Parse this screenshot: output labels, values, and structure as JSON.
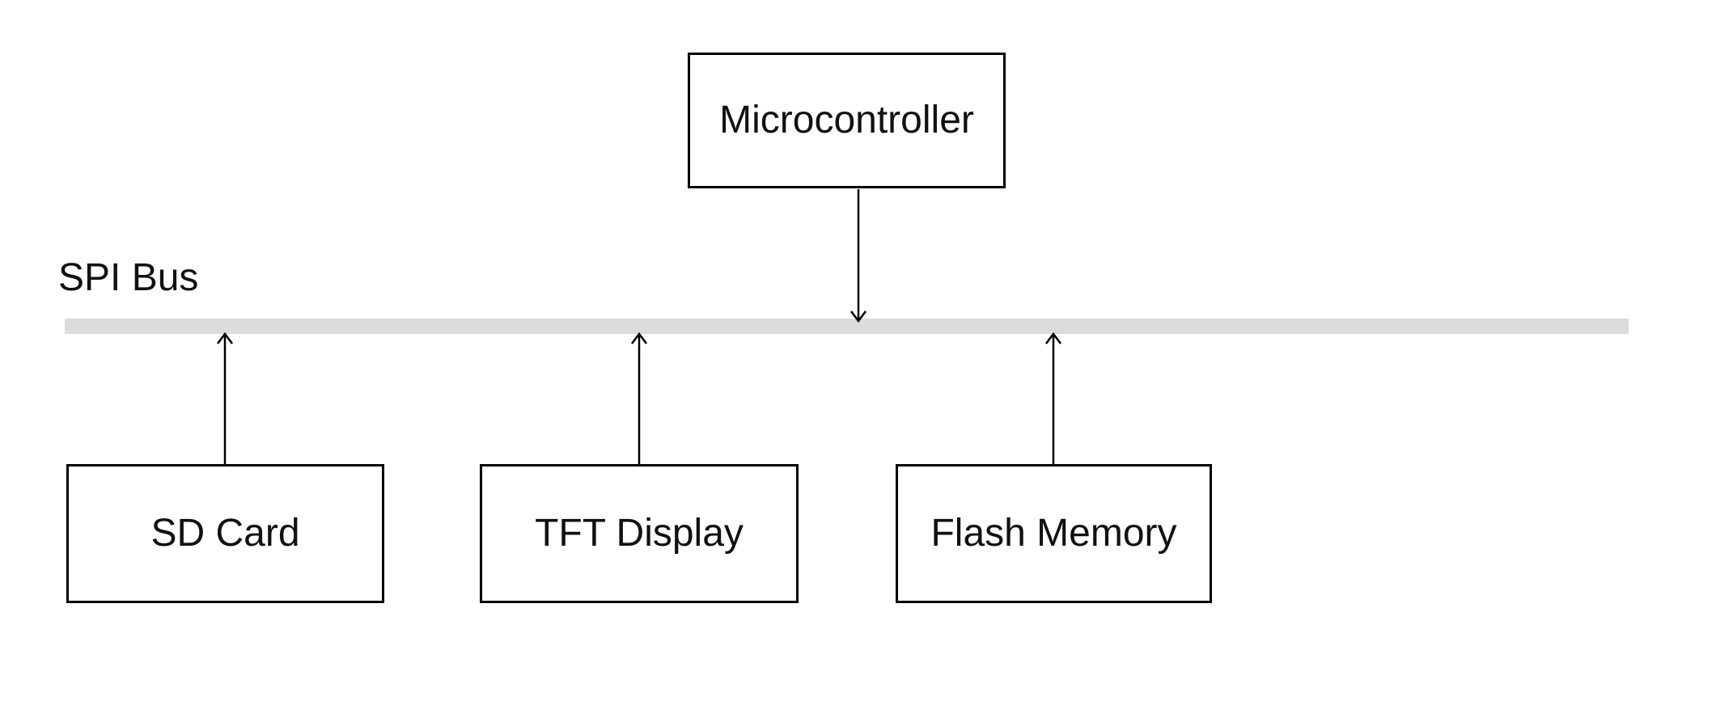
{
  "diagram": {
    "bus": {
      "label": "SPI Bus"
    },
    "controller": {
      "label": "Microcontroller"
    },
    "devices": [
      {
        "label": "SD Card"
      },
      {
        "label": "TFT Display"
      },
      {
        "label": "Flash Memory"
      }
    ],
    "connections": [
      {
        "from": "Microcontroller",
        "to": "SPI Bus",
        "arrow_direction": "down"
      },
      {
        "from": "SD Card",
        "to": "SPI Bus",
        "arrow_direction": "up"
      },
      {
        "from": "TFT Display",
        "to": "SPI Bus",
        "arrow_direction": "up"
      },
      {
        "from": "Flash Memory",
        "to": "SPI Bus",
        "arrow_direction": "up"
      }
    ],
    "colors": {
      "background": "#ffffff",
      "line": "#000000",
      "text": "#111111",
      "bus_bar": "#dcdcdc"
    }
  }
}
